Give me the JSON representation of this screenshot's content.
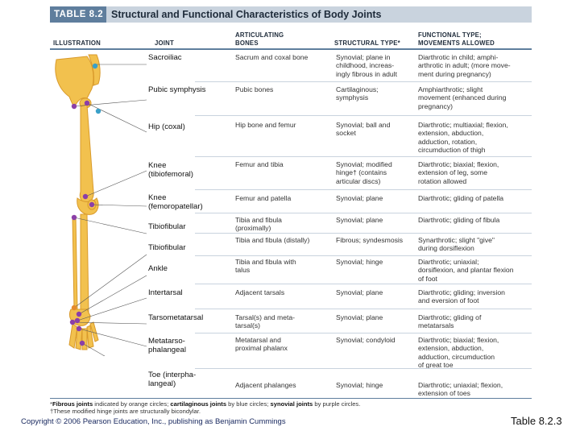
{
  "table_number": "TABLE 8.2",
  "table_title": "Structural and Functional Characteristics of Body Joints",
  "headers": {
    "illustration": "ILLUSTRATION",
    "joint": "JOINT",
    "bones_line1": "ARTICULATING",
    "bones_line2": "BONES",
    "structural": "STRUCTURAL TYPE*",
    "functional_line1": "FUNCTIONAL TYPE;",
    "functional_line2": "MOVEMENTS ALLOWED"
  },
  "rows": [
    {
      "joint": [
        "Sacroiliac"
      ],
      "bones": [
        "Sacrum and coxal bone"
      ],
      "structural": [
        "Synovial; plane in",
        "childhood, increas-",
        "ingly fibrous in adult"
      ],
      "functional": [
        "Diarthrotic in child; amphi-",
        "arthrotic in adult; (more move-",
        "ment during pregnancy)"
      ]
    },
    {
      "joint": [
        "Pubic symphysis"
      ],
      "bones": [
        "Pubic bones"
      ],
      "structural": [
        "Cartilaginous;",
        "symphysis"
      ],
      "functional": [
        "Amphiarthrotic; slight",
        "movement (enhanced during",
        "pregnancy)"
      ]
    },
    {
      "joint": [
        "Hip (coxal)"
      ],
      "bones": [
        "Hip bone and femur"
      ],
      "structural": [
        "Synovial; ball and",
        "socket"
      ],
      "functional": [
        "Diarthrotic; multiaxial; flexion,",
        "extension, abduction,",
        "adduction, rotation,",
        "circumduction of thigh"
      ]
    },
    {
      "joint": [
        "Knee",
        "(tibiofemoral)"
      ],
      "bones": [
        "Femur and tibia"
      ],
      "structural": [
        "Synovial; modified",
        "hinge† (contains",
        "articular discs)"
      ],
      "functional": [
        "Diarthrotic; biaxial; flexion,",
        "extension of leg, some",
        "rotation allowed"
      ]
    },
    {
      "joint": [
        "Knee",
        "(femoropatellar)"
      ],
      "bones": [
        "Femur and patella"
      ],
      "structural": [
        "Synovial; plane"
      ],
      "functional": [
        "Diarthrotic; gliding of patella"
      ]
    },
    {
      "joint": [
        "Tibiofibular"
      ],
      "bones": [
        "Tibia and fibula",
        "(proximally)"
      ],
      "structural": [
        "Synovial; plane"
      ],
      "functional": [
        "Diarthrotic; gliding of fibula"
      ]
    },
    {
      "joint": [
        "Tibiofibular"
      ],
      "bones": [
        "Tibia and fibula (distally)"
      ],
      "structural": [
        "Fibrous; syndesmosis"
      ],
      "functional": [
        "Synarthrotic; slight \"give\"",
        "during dorsiflexion"
      ]
    },
    {
      "joint": [
        "Ankle"
      ],
      "bones": [
        "Tibia and fibula with",
        "talus"
      ],
      "structural": [
        "Synovial; hinge"
      ],
      "functional": [
        "Diarthrotic; uniaxial;",
        "dorsiflexion, and plantar flexion",
        "of foot"
      ]
    },
    {
      "joint": [
        "Intertarsal"
      ],
      "bones": [
        "Adjacent tarsals"
      ],
      "structural": [
        "Synovial; plane"
      ],
      "functional": [
        "Diarthrotic; gliding; inversion",
        "and eversion of foot"
      ]
    },
    {
      "joint": [
        "Tarsometatarsal"
      ],
      "bones": [
        "Tarsal(s) and meta-",
        "tarsal(s)"
      ],
      "structural": [
        "Synovial; plane"
      ],
      "functional": [
        "Diarthrotic; gliding of",
        "metatarsals"
      ]
    },
    {
      "joint": [
        "Metatarso-",
        "phalangeal"
      ],
      "bones": [
        "Metatarsal and",
        "proximal phalanx"
      ],
      "structural": [
        "Synovial; condyloid"
      ],
      "functional": [
        "Diarthrotic; biaxial; flexion,",
        "extension, abduction,",
        "adduction, circumduction",
        "of great toe"
      ]
    },
    {
      "joint": [
        "Toe (interpha-",
        "langeal)"
      ],
      "bones": [
        "Adjacent phalanges"
      ],
      "structural": [
        "Synovial; hinge"
      ],
      "functional": [
        "Diarthrotic; uniaxial; flexion,",
        "extension of toes"
      ]
    }
  ],
  "footnotes": {
    "line1_star": "*",
    "line1_fibrous": "Fibrous joints",
    "line1_a": " indicated by orange circles; ",
    "line1_cartilaginous": "cartilaginous joints",
    "line1_b": " by blue circles; ",
    "line1_synovial": "synovial joints",
    "line1_c": " by purple circles.",
    "line2": "†These modified hinge joints are structurally bicondylar."
  },
  "copyright": "Copyright © 2006 Pearson Education, Inc., publishing as Benjamin Cummings",
  "slide_label": "Table 8.2.3",
  "colors": {
    "header_band": "#c9d3de",
    "header_tab": "#5f7e9d",
    "bone": "#f2c14e",
    "bone_shade": "#d99a2b",
    "synovial": "#8b3fa8",
    "cartilaginous": "#3aa0c8",
    "fibrous": "#e58a2b"
  }
}
